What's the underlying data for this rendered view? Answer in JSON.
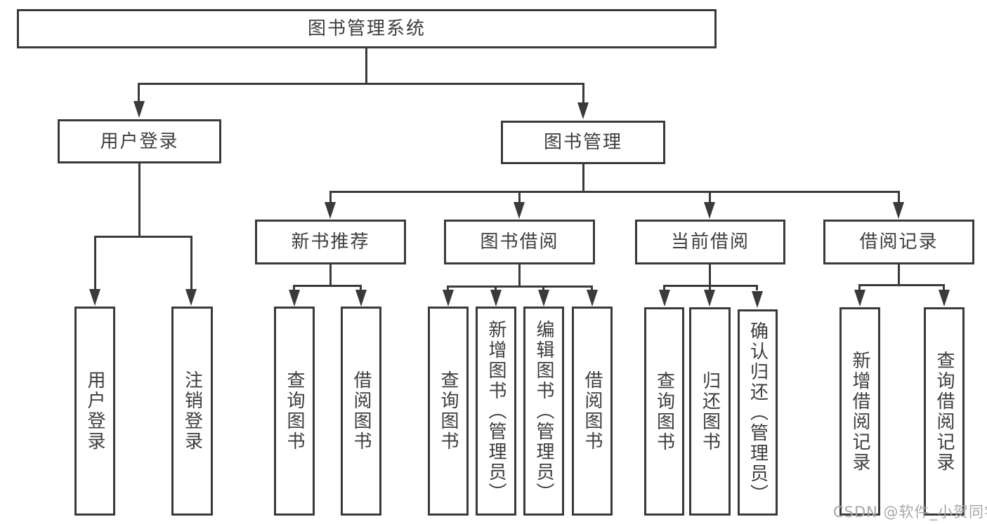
{
  "tree": {
    "label": "图书管理系统",
    "children": [
      {
        "label": "用户登录",
        "children": [
          {
            "label": "用户登录"
          },
          {
            "label": "注销登录"
          }
        ]
      },
      {
        "label": "图书管理",
        "children": [
          {
            "label": "新书推荐",
            "children": [
              {
                "label": "查询图书"
              },
              {
                "label": "借阅图书"
              }
            ]
          },
          {
            "label": "图书借阅",
            "children": [
              {
                "label": "查询图书"
              },
              {
                "label": "新增图书（管理员）"
              },
              {
                "label": "编辑图书（管理员）"
              },
              {
                "label": "借阅图书"
              }
            ]
          },
          {
            "label": "当前借阅",
            "children": [
              {
                "label": "查询图书"
              },
              {
                "label": "归还图书"
              },
              {
                "label": "确认归还（管理员）"
              }
            ]
          },
          {
            "label": "借阅记录",
            "children": [
              {
                "label": "新增借阅记录"
              },
              {
                "label": "查询借阅记录"
              }
            ]
          }
        ]
      }
    ]
  },
  "watermark": "CSDN @软件_小贺同学",
  "colors": {
    "line": "#3a3a3a",
    "text": "#3d3d3d",
    "watermark": "#a8a8a8",
    "background": "#ffffff"
  }
}
